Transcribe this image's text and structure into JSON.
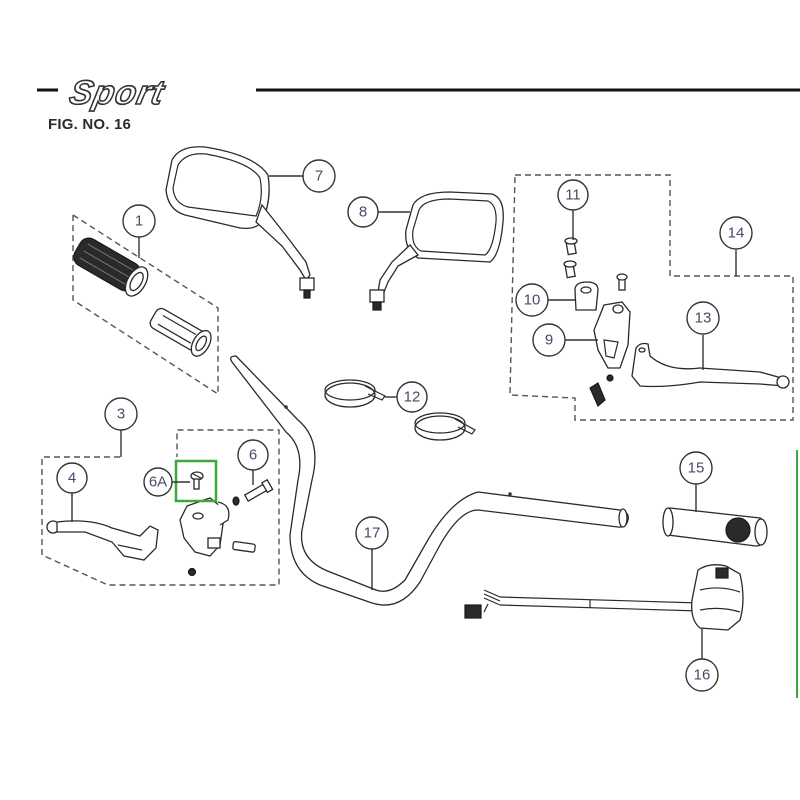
{
  "header": {
    "brand_wordmark": "Sport",
    "figure_label": "FIG. NO. 16"
  },
  "diagram": {
    "title": "Handlebar assembly exploded view",
    "callouts": [
      {
        "id": "1",
        "label": "1",
        "part": "Grip set (left grip and throttle sleeve)"
      },
      {
        "id": "3",
        "label": "3",
        "part": "Clutch lever assembly"
      },
      {
        "id": "4",
        "label": "4",
        "part": "Clutch lever"
      },
      {
        "id": "6",
        "label": "6",
        "part": "Lever pivot bolt"
      },
      {
        "id": "6A",
        "label": "6A",
        "part": "Screw",
        "highlighted": true
      },
      {
        "id": "7",
        "label": "7",
        "part": "Rear view mirror (left)"
      },
      {
        "id": "8",
        "label": "8",
        "part": "Rear view mirror (right)"
      },
      {
        "id": "9",
        "label": "9",
        "part": "Master cylinder"
      },
      {
        "id": "10",
        "label": "10",
        "part": "Clamp"
      },
      {
        "id": "11",
        "label": "11",
        "part": "Clamp bolts"
      },
      {
        "id": "12",
        "label": "12",
        "part": "Cable ties / clips"
      },
      {
        "id": "13",
        "label": "13",
        "part": "Brake lever"
      },
      {
        "id": "14",
        "label": "14",
        "part": "Brake lever assembly"
      },
      {
        "id": "15",
        "label": "15",
        "part": "Right grip"
      },
      {
        "id": "16",
        "label": "16",
        "part": "Handlebar switch with harness"
      },
      {
        "id": "17",
        "label": "17",
        "part": "Handlebar"
      }
    ],
    "highlight_color": "#3fa83a",
    "label_color": "#4a4a6a"
  }
}
